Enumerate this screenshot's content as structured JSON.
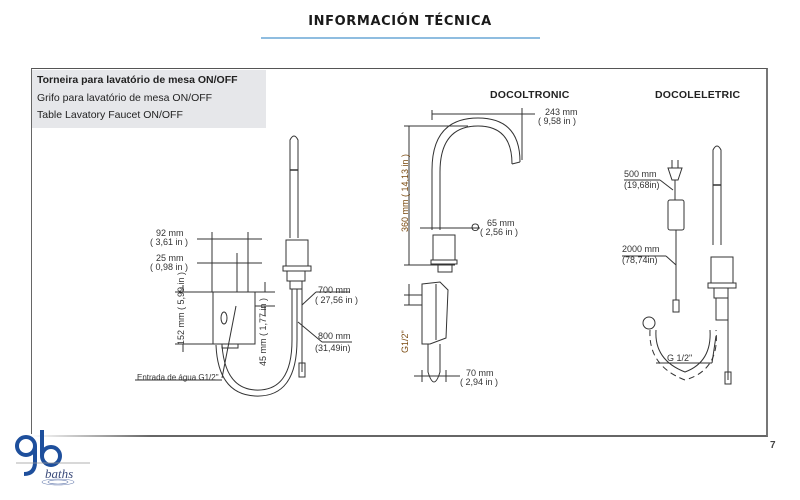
{
  "header": {
    "title": "INFORMACIÓN TÉCNICA"
  },
  "product": {
    "name_pt": "Torneira para lavatório de mesa ON/OFF",
    "name_es": "Grifo para lavatório de mesa ON/OFF",
    "name_en": "Table Lavatory Faucet ON/OFF"
  },
  "models": [
    {
      "name": "DOCOLTRONIC"
    },
    {
      "name": "DOCOLELETRIC"
    }
  ],
  "dimensions": {
    "standard": {
      "width_92_mm": "92 mm",
      "width_92_in": "( 3,61 in )",
      "offset_25_mm": "25 mm",
      "offset_25_in": "( 0,98 in )",
      "height_152": "152 mm ( 5,99 in )",
      "height_45": "45 mm ( 1,77 in )",
      "hose_700_mm": "700 mm",
      "hose_700_in": "( 27,56 in )",
      "cable_800_mm": "800 mm",
      "cable_800_in": "(31,49in)",
      "water_inlet": "Entrada de água G1/2\""
    },
    "docoltronic": {
      "reach_mm": "243 mm",
      "reach_in": "( 9,58 in )",
      "height": "360 mm ( 14,13 in )",
      "hole_mm": "65 mm",
      "hole_in": "( 2,56 in )",
      "hole_symbol": "O",
      "inlet": "G1/2\"",
      "base_mm": "70 mm",
      "base_in": "( 2,94 in )"
    },
    "docoleletric": {
      "plug_cable_mm": "500 mm",
      "plug_cable_in": "(19,68in)",
      "sensor_cable_mm": "2000 mm",
      "sensor_cable_in": "(78,74in)",
      "inlet": "G 1/2\""
    }
  },
  "footer": {
    "page_number": "7",
    "brand_text": "baths"
  },
  "colors": {
    "title_rule": "#8fbde0",
    "header_box": "#e6e7ea",
    "logo_blue": "#1e4f9c"
  }
}
